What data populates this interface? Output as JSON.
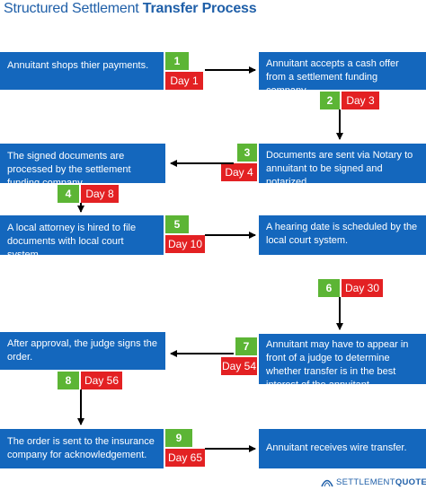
{
  "title": {
    "part1": "Structured Settlement",
    "part2": "Transfer Process"
  },
  "steps": [
    {
      "num": "1",
      "day": "Day 1",
      "text": "Annuitant shops thier payments."
    },
    {
      "num": "2",
      "day": "Day 3",
      "text": "Annuitant accepts a cash offer from a settlement funding company."
    },
    {
      "num": "3",
      "day": "Day 4",
      "text": "Documents are sent via Notary to annuitant to be signed and notarized."
    },
    {
      "num": "4",
      "day": "Day 8",
      "text": "The signed documents are processed by the settlement funding company."
    },
    {
      "num": "5",
      "day": "Day 10",
      "text": "A local attorney is hired to file documents with local court system."
    },
    {
      "num": "6",
      "day": "Day 30",
      "text": "A hearing date is scheduled by the local court system."
    },
    {
      "num": "7",
      "day": "Day 54",
      "text": "Annuitant may have to appear in front of a judge to determine whether transfer is in the best interest of the annuitant."
    },
    {
      "num": "8",
      "day": "Day 56",
      "text": "After approval, the judge signs the order."
    },
    {
      "num": "9",
      "day": "Day 65",
      "text": "The order is sent to the insurance company for acknowledgement."
    },
    {
      "num": "",
      "day": "",
      "text": "Annuitant receives wire transfer."
    }
  ],
  "logo": {
    "part1": "SETTLEMENT",
    "part2": "QUOTES",
    "icon": "road-logo-icon"
  },
  "colors": {
    "box": "#1467bd",
    "number_badge": "#5cb535",
    "day_badge": "#e32123",
    "title": "#1f5fa8"
  }
}
